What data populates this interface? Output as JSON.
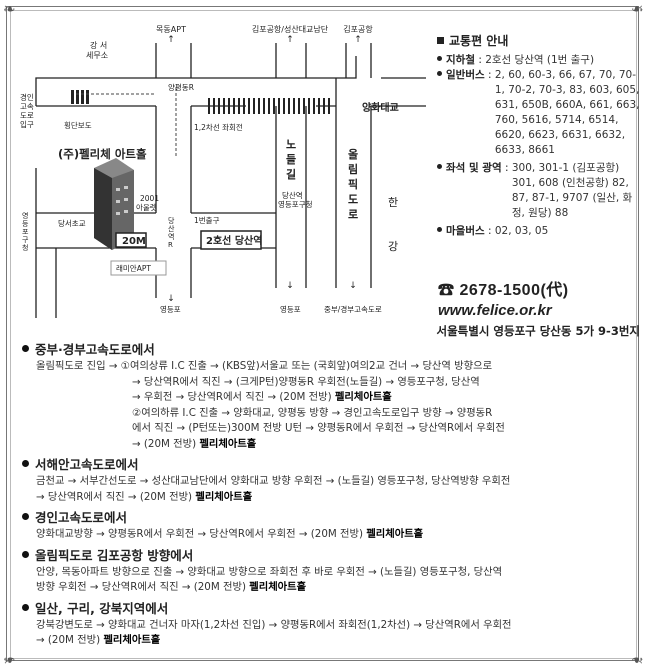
{
  "map": {
    "labels": {
      "mokdong_apt": "목동APT",
      "gimpo_seongsan": "김포공항/성산대교남단",
      "gimpo": "김포공항",
      "gangseo_tax": "강서\n세무소",
      "yangpyeong_r": "양평동R",
      "gyeongin_exit": "경인\n고속\n도로\n입구",
      "crosswalk": "횡단보도",
      "yanghwa_bridge": "양화대교",
      "left_turn": "1,2차선 좌회전",
      "felice": "(주)펠리체 아트홀",
      "nodeulgil": "노\n들\n길",
      "olympic": "올\n림\n픽\n도\n로",
      "han": "한",
      "gang": "강",
      "dangsan_elem": "당서초교",
      "building2001": "2001\n아울렛",
      "dangsan_station_area": "당산역\n영등포구청",
      "exit1": "1번출구",
      "yeongdeungpo_station": "영\n등\n포\n구\n청",
      "twentym": "20M",
      "dangsan_road": "당\n산\n역\nR",
      "line2": "2호선 당산역",
      "remian": "래미안APT",
      "ydp1": "영등포",
      "ydp2": "영등포",
      "jungbu": "중부/경부고속도로"
    }
  },
  "info": {
    "title": "교통편 안내",
    "items": [
      {
        "label": "지하철",
        "value": "2호선 당산역 (1번 출구)"
      },
      {
        "label": "일반버스",
        "value": "2, 60, 60-3, 66, 67, 70, 70-1, 70-2, 70-3, 83, 603, 605, 631, 650B, 660A, 661, 663, 760, 5616, 5714, 6514, 6620, 6623, 6631, 6632, 6633, 8661"
      },
      {
        "label": "좌석 및 광역",
        "value": "300, 301-1 (김포공항) 301, 608 (인천공항) 82, 87, 87-1, 9707 (일산, 화정, 원당) 88"
      },
      {
        "label": "마을버스",
        "value": "02, 03, 05"
      }
    ]
  },
  "contact": {
    "phone": "☎ 2678-1500(代)",
    "web": "www.felice.or.kr",
    "address": "서울특별시 영등포구 당산동 5가 9-3번지"
  },
  "routes": [
    {
      "title": "중부·경부고속도로에서",
      "lines": [
        "올림픽도로 진입 → ①여의상류 I.C 진출 → (KBS앞)서울교 또는 (국회앞)여의2교 건너 → 당산역 방향으로",
        "→ 당산역R에서 직진 → (크게P턴)양평동R 우회전(노들길) → 영등포구청, 당산역",
        "→ 우회전 → 당산역R에서 직진 → (20M 전방)",
        "②여의하류 I.C 진출 → 양화대교, 양평동 방향 → 경인고속도로입구 방향 → 양평동R",
        "에서 직진 → (P턴또는)300M 전방 U턴 → 양평동R에서 우회전 → 당산역R에서 우회전",
        "→ (20M 전방)"
      ],
      "highlight": "펠리체아트홀"
    },
    {
      "title": "서해안고속도로에서",
      "lines": [
        "금천교 → 서부간선도로 → 성산대교남단에서 양화대교 방향 우회전 → (노들길) 영등포구청, 당산역방향 우회전",
        "→ 당산역R에서 직진 → (20M 전방)"
      ],
      "highlight": "펠리체아트홀"
    },
    {
      "title": "경인고속도로에서",
      "lines": [
        "양화대교방향 → 양평동R에서 우회전 → 당산역R에서 우회전 → (20M 전방)"
      ],
      "highlight": "펠리체아트홀"
    },
    {
      "title": "올림픽도로 김포공항 방향에서",
      "lines": [
        "안양, 목동아파트 방향으로 진출 → 양화대교 방향으로 좌회전 후 바로 우회전 → (노들길) 영등포구청, 당산역",
        "방향 우회전 → 당산역R에서 직진 → (20M 전방)"
      ],
      "highlight": "펠리체아트홀"
    },
    {
      "title": "일산, 구리, 강북지역에서",
      "lines": [
        "강북강변도로 → 양화대교 건너자 마자(1,2차선 진입) → 양평동R에서 좌회전(1,2차선) → 당산역R에서 우회전",
        "→ (20M 전방)"
      ],
      "highlight": "펠리체아트홀"
    }
  ]
}
